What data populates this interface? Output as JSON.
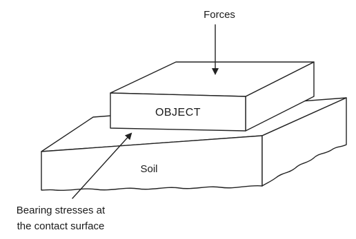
{
  "labels": {
    "forces": "Forces",
    "object": "OBJECT",
    "soil": "Soil",
    "bearing_line1": "Bearing stresses at",
    "bearing_line2": "the contact surface"
  }
}
